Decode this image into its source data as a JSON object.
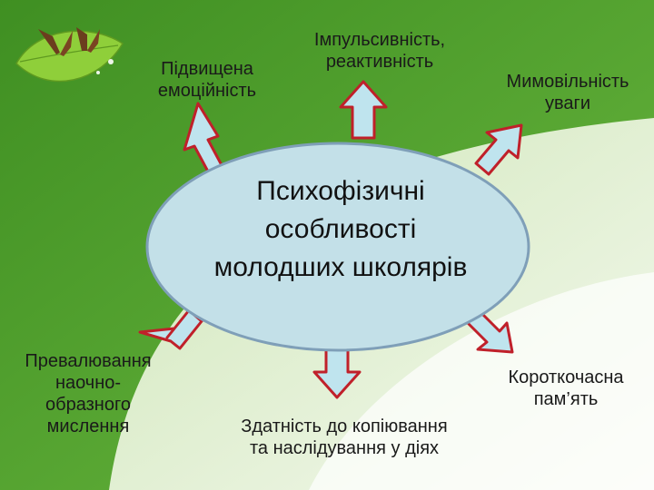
{
  "center": {
    "text": "Психофізичні\nособливості\nмолодших школярів"
  },
  "labels": {
    "top_left": "Підвищена\nемоційність",
    "top_center": "Імпульсивність,\nреактивність",
    "top_right": "Мимовільність\nуваги",
    "bottom_left": "Превалювання\nнаочно-\nобразного\nмислення",
    "bottom_center": "Здатність до копіювання\nта наслідування у діях",
    "bottom_right": "Короткочасна\nпам’ять"
  },
  "icons": {
    "corner_decoration": "butterflies-on-leaf-icon"
  },
  "colors": {
    "background_green": "#4f9a2c",
    "background_light": "#eaf3df",
    "ellipse_fill": "#c3e0e8",
    "ellipse_stroke": "#7f9fb8",
    "arrow_fill": "#bfe4ee",
    "arrow_stroke": "#c0202a"
  }
}
